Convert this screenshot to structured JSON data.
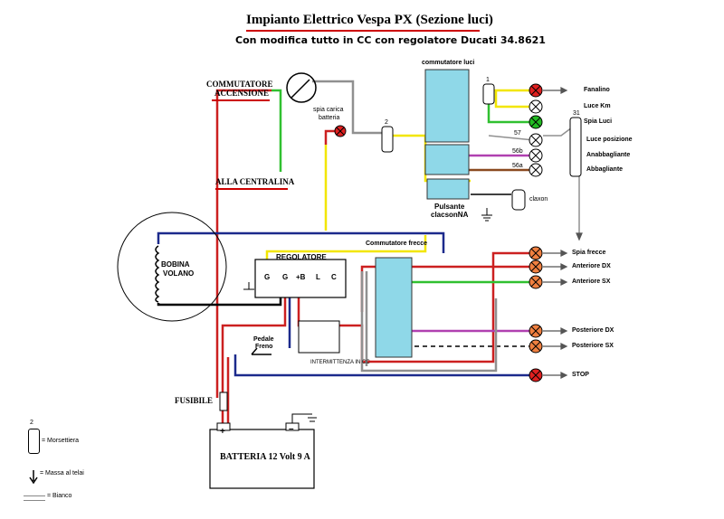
{
  "header": {
    "title": "Impianto Elettrico Vespa PX (Sezione luci)",
    "subtitle": "Con modifica tutto in CC con regolatore Ducati 34.8621"
  },
  "ignition": {
    "label_line1": "COMMUTATORE",
    "label_line2": "ACCENSIONE",
    "spia_line1": "spia carica",
    "spia_line2": "batteria"
  },
  "centralina": {
    "label": "ALLA CENTRALINA"
  },
  "commutatore_luci": {
    "label": "commutatore luci"
  },
  "pulsante": {
    "line1": "Pulsante",
    "line2": "clacsonNA"
  },
  "claxon": {
    "label": "claxon"
  },
  "bobina": {
    "line1": "BOBINA",
    "line2": "VOLANO"
  },
  "regolatore": {
    "label": "REGOLATORE",
    "terminals": [
      "G",
      "G",
      "+B",
      "L",
      "C"
    ]
  },
  "commutatore_frecce": {
    "label": "Commutatore frecce"
  },
  "pedale": {
    "line1": "Pedale",
    "line2": "Freno"
  },
  "intermittenza": {
    "label": "INTERMITTENZA IN CC"
  },
  "fusibile": {
    "label": "FUSIBILE"
  },
  "batteria": {
    "label": "BATTERIA 12 Volt 9 A",
    "plus": "+",
    "minus": "–"
  },
  "morsettiere": {
    "m1": "1",
    "m2": "2",
    "m31": "31",
    "m57": "57",
    "m56b": "56b",
    "m56a": "56a"
  },
  "lamps_right": [
    {
      "label": "Fanalino",
      "color": "#e02020"
    },
    {
      "label": "Luce Km",
      "color": "#ffffff"
    },
    {
      "label": "Spia Luci",
      "color": "#22bb22"
    },
    {
      "label": "Luce posizione",
      "color": "#ffffff"
    },
    {
      "label": "Anabbagliante",
      "color": "#ffffff"
    },
    {
      "label": "Abbagliante",
      "color": "#ffffff"
    }
  ],
  "lamps_frecce": [
    {
      "label": "Spia frecce",
      "color": "#f08040"
    },
    {
      "label": "Anteriore DX",
      "color": "#f08040"
    },
    {
      "label": "Anteriore SX",
      "color": "#f08040"
    },
    {
      "label": "Posteriore DX",
      "color": "#f08040"
    },
    {
      "label": "Posteriore SX",
      "color": "#f08040"
    },
    {
      "label": "STOP",
      "color": "#e02020"
    }
  ],
  "legend": {
    "morsettiera_num": "2",
    "morsettiera": "= Morsettiera",
    "massa": "= Massa al telai",
    "bianco": "= Bianco"
  },
  "colors": {
    "red": "#cc2020",
    "yellow": "#f2e600",
    "green": "#30c030",
    "blue": "#1c2a8c",
    "brown": "#8a4a20",
    "purple": "#b040b0",
    "grey": "#909090",
    "black": "#000000",
    "cyan": "#8fd8e8"
  }
}
